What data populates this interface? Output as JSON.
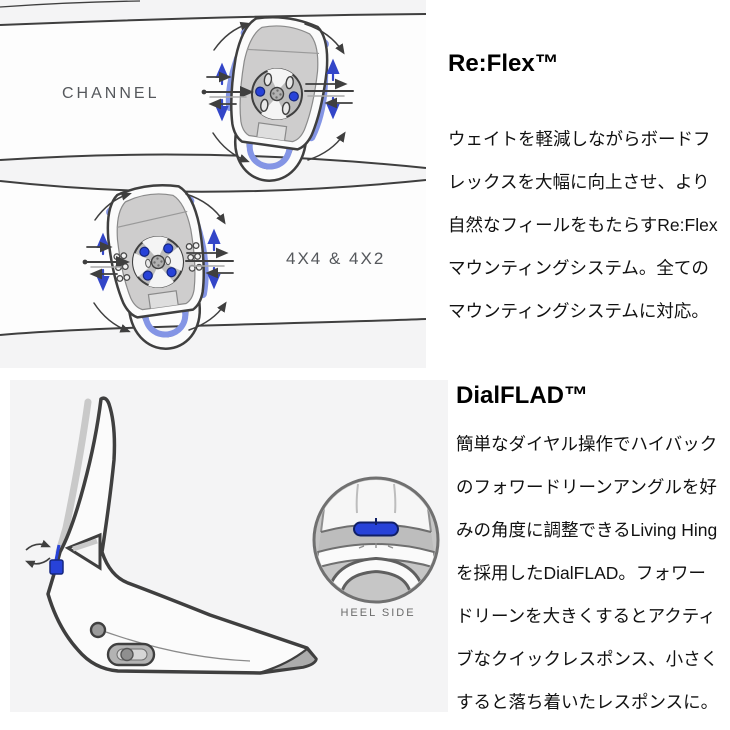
{
  "reflex_section": {
    "title": "Re:Flex™",
    "body": "ウェイトを軽減しながらボードフレックスを大幅に向上させ、より自然なフィールをもたらすRe:Flexマウンティングシステム。全てのマウンティングシステムに対応。",
    "label_channel": "CHANNEL",
    "label_4x4": "4X4 & 4X2"
  },
  "dialflad_section": {
    "title": "DialFLAD™",
    "body": "簡単なダイヤル操作でハイバックのフォワードリーンアングルを好みの角度に調整できるLiving Hingを採用したDialFLAD。フォワードリーンを大きくするとアクティブなクイックレスポンス、小さくすると落ち着いたレスポンスに。",
    "label_heel_side": "HEEL SIDE"
  },
  "colors": {
    "panel_bg": "#f4f4f5",
    "outline_dark": "#3f3f3f",
    "part_gray": "#c9c9c9",
    "accent_periwinkle": "#8495e5",
    "accent_blue": "#2742d8",
    "label_gray": "#55585c",
    "text_black": "#111111"
  }
}
